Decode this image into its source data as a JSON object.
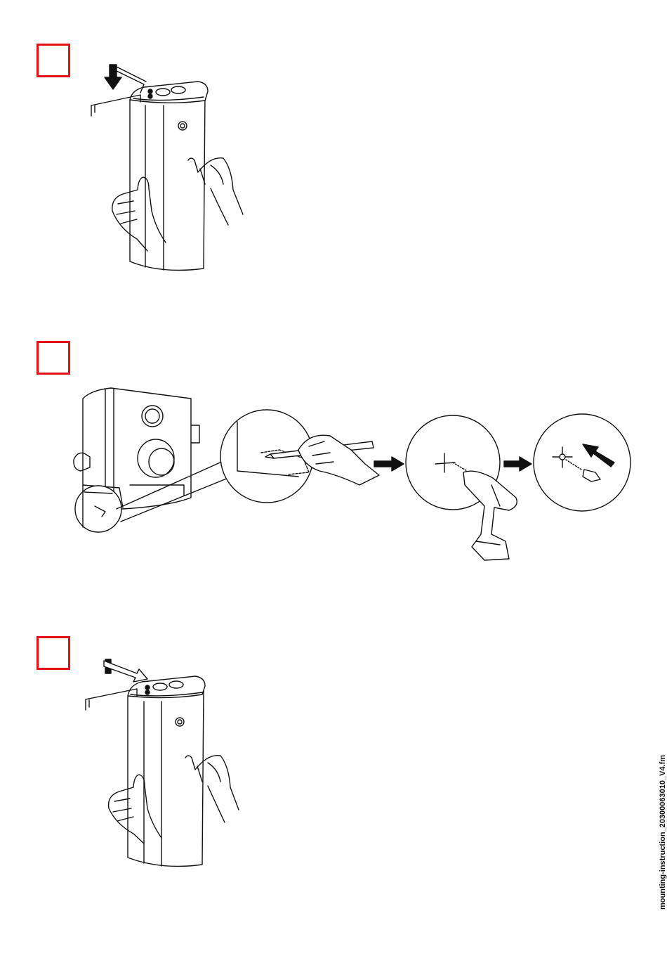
{
  "document": {
    "footer_filename": "mounting-instruction_20300063010_V4.fm"
  },
  "steps": [
    {
      "marker": "red-square"
    },
    {
      "marker": "red-square"
    },
    {
      "marker": "red-square"
    }
  ],
  "colors": {
    "step_marker": "#e3101a",
    "line_art": "#111111",
    "background": "#ffffff"
  },
  "icons": [
    "down-arrow-icon",
    "right-arrow-icon",
    "diagonal-arrow-icon",
    "drill-icon",
    "pencil-icon",
    "hand-icon",
    "wall-plug-icon",
    "crosshair-icon"
  ]
}
